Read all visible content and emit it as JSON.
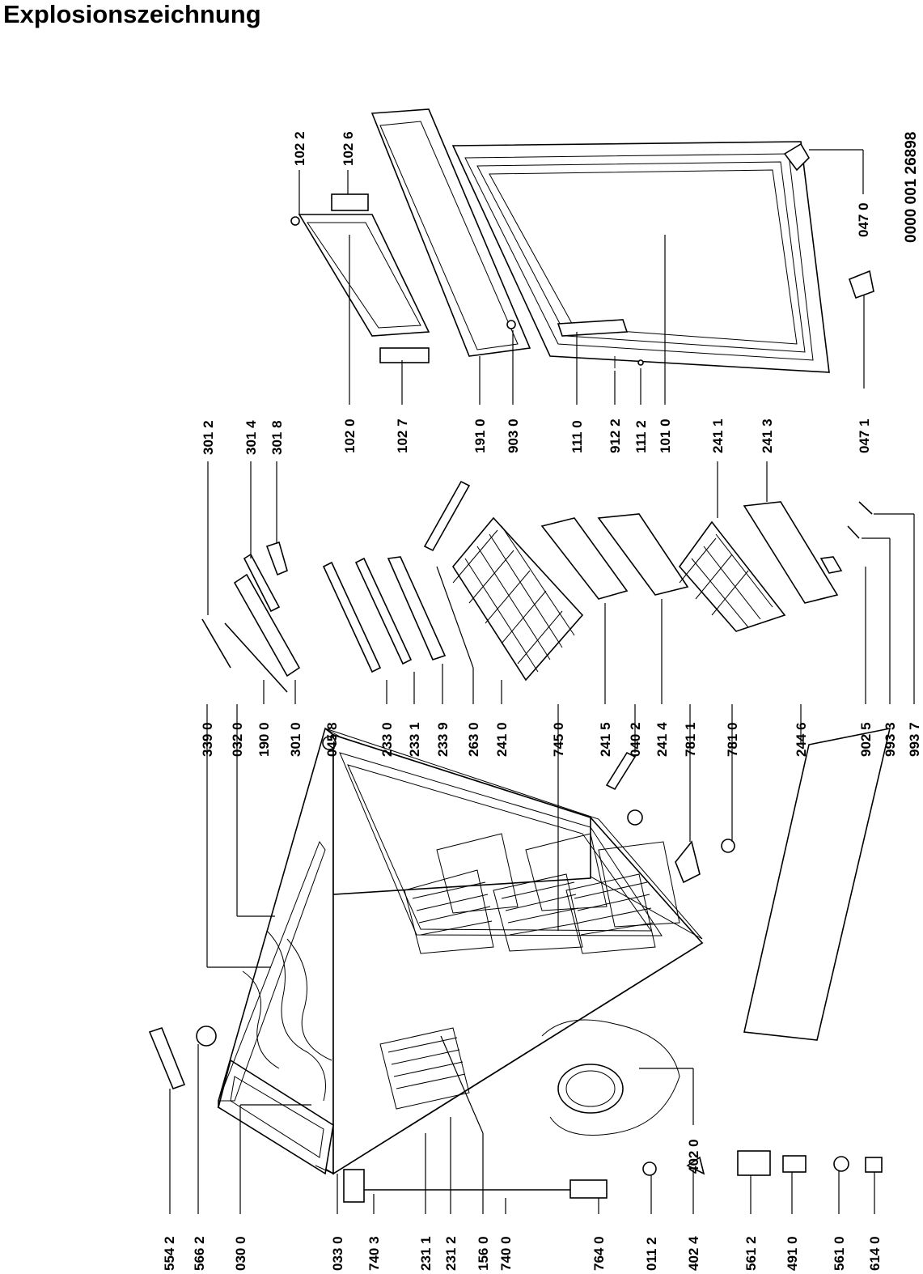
{
  "title": "Explosionszeichnung",
  "document_number": "0000 001 26898",
  "labels": {
    "l5542": "554 2",
    "l5662": "566 2",
    "l0300": "030 0",
    "l0330": "033 0",
    "l7403": "740 3",
    "l2311": "231 1",
    "l2312": "231 2",
    "l1560": "156 0",
    "l7400": "740 0",
    "l7640": "764 0",
    "l0112": "011 2",
    "l4024": "402 4",
    "l5612": "561 2",
    "l4910": "491 0",
    "l5610": "561 0",
    "l6140": "614 0",
    "l4020": "402 0",
    "l3390": "339 0",
    "l0320": "032 0",
    "l1900": "190 0",
    "l3010": "301 0",
    "l0458": "045 8",
    "l2330": "233 0",
    "l2331": "233 1",
    "l2339": "233 9",
    "l2630": "263 0",
    "l2410": "241 0",
    "l7450": "745 0",
    "l2415": "241 5",
    "l0402": "040 2",
    "l2414": "241 4",
    "l7811": "781 1",
    "l7810": "781 0",
    "l2446": "244 6",
    "l9025": "902 5",
    "l9933": "993 3",
    "l9937": "993 7",
    "l3012": "301 2",
    "l3014": "301 4",
    "l3018": "301 8",
    "l1020": "102 0",
    "l1027": "102 7",
    "l1910": "191 0",
    "l9030": "903 0",
    "l1110": "111 0",
    "l9122": "912 2",
    "l1112": "111 2",
    "l1010": "101 0",
    "l2411": "241 1",
    "l2413": "241 3",
    "l0471": "047 1",
    "l0470": "047 0",
    "l1022": "102 2",
    "l1026": "102 6"
  }
}
